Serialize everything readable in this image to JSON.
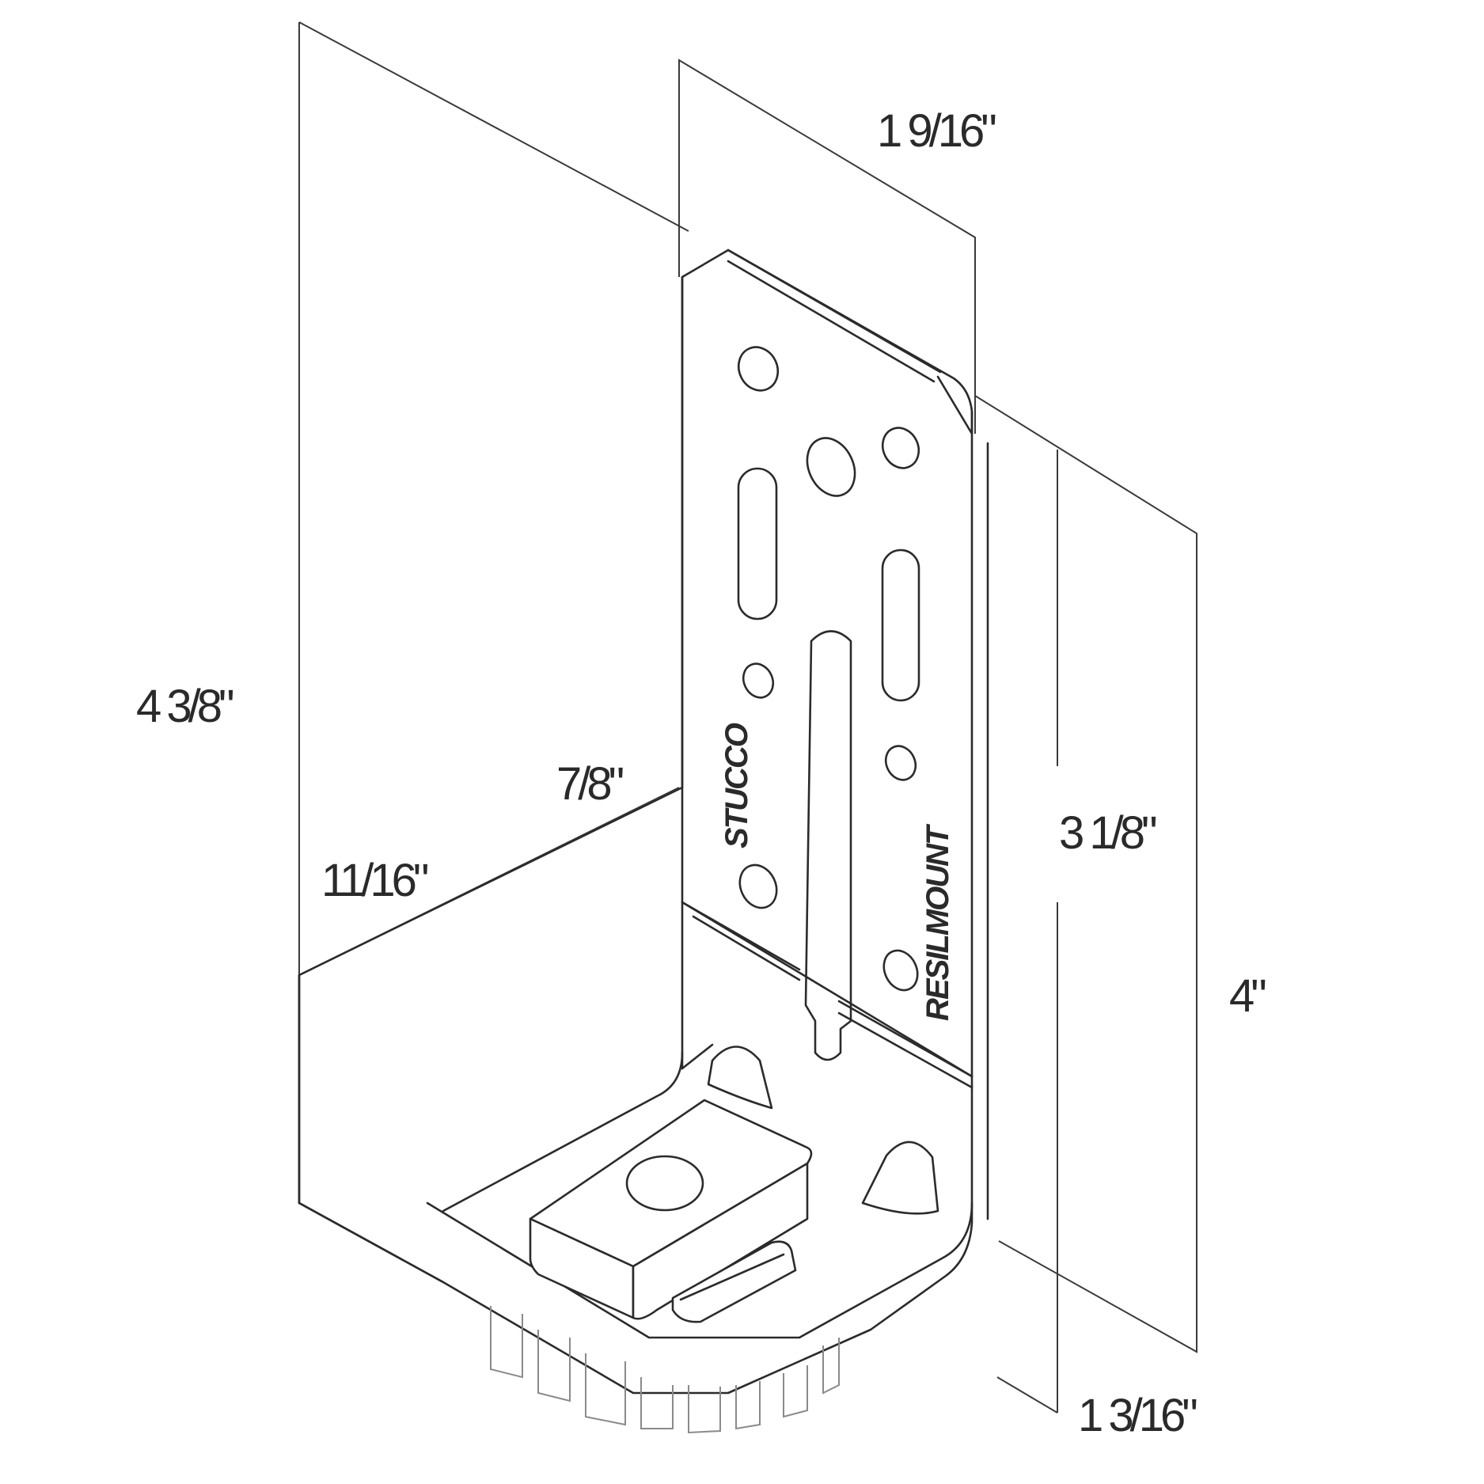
{
  "dimensions": {
    "overall_height": "4 3/8\"",
    "top_flange_width": "1 9/16\"",
    "slot_height": "3 1/8\"",
    "bracket_height": "4\"",
    "bottom_depth": "1 3/16\"",
    "offset_outer": "7/8\"",
    "offset_inner": "11/16\""
  },
  "labels": {
    "brand_left": "STUCCO",
    "brand_right": "RESILMOUNT"
  },
  "colors": {
    "line": "#2b2b2b",
    "background": "#ffffff"
  }
}
